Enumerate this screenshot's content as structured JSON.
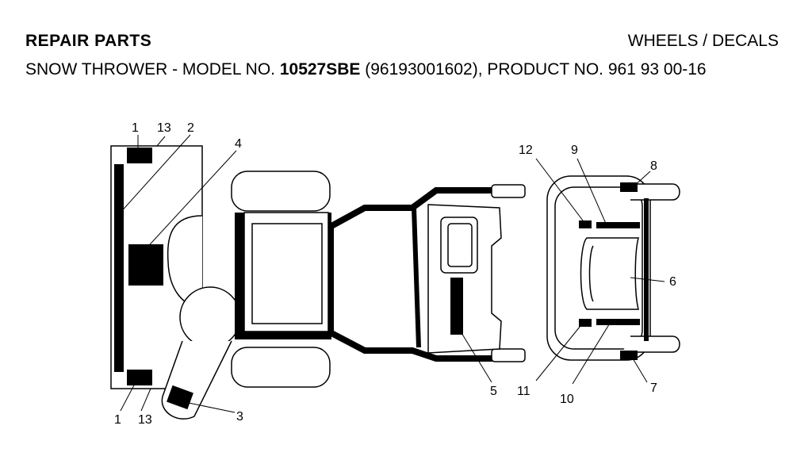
{
  "header": {
    "left": "REPAIR PARTS",
    "right": "WHEELS / DECALS"
  },
  "subtitle": {
    "prefix": "SNOW THROWER - MODEL NO. ",
    "model": "10527SBE",
    "suffix": " (96193001602), PRODUCT NO. 961 93 00-16"
  },
  "callouts": {
    "c1_top": "1",
    "c13_top": "13",
    "c2": "2",
    "c4": "4",
    "c1_bottom": "1",
    "c13_bottom": "13",
    "c3": "3",
    "c5": "5",
    "c12": "12",
    "c9": "9",
    "c8": "8",
    "c6": "6",
    "c11": "11",
    "c10": "10",
    "c7": "7"
  }
}
